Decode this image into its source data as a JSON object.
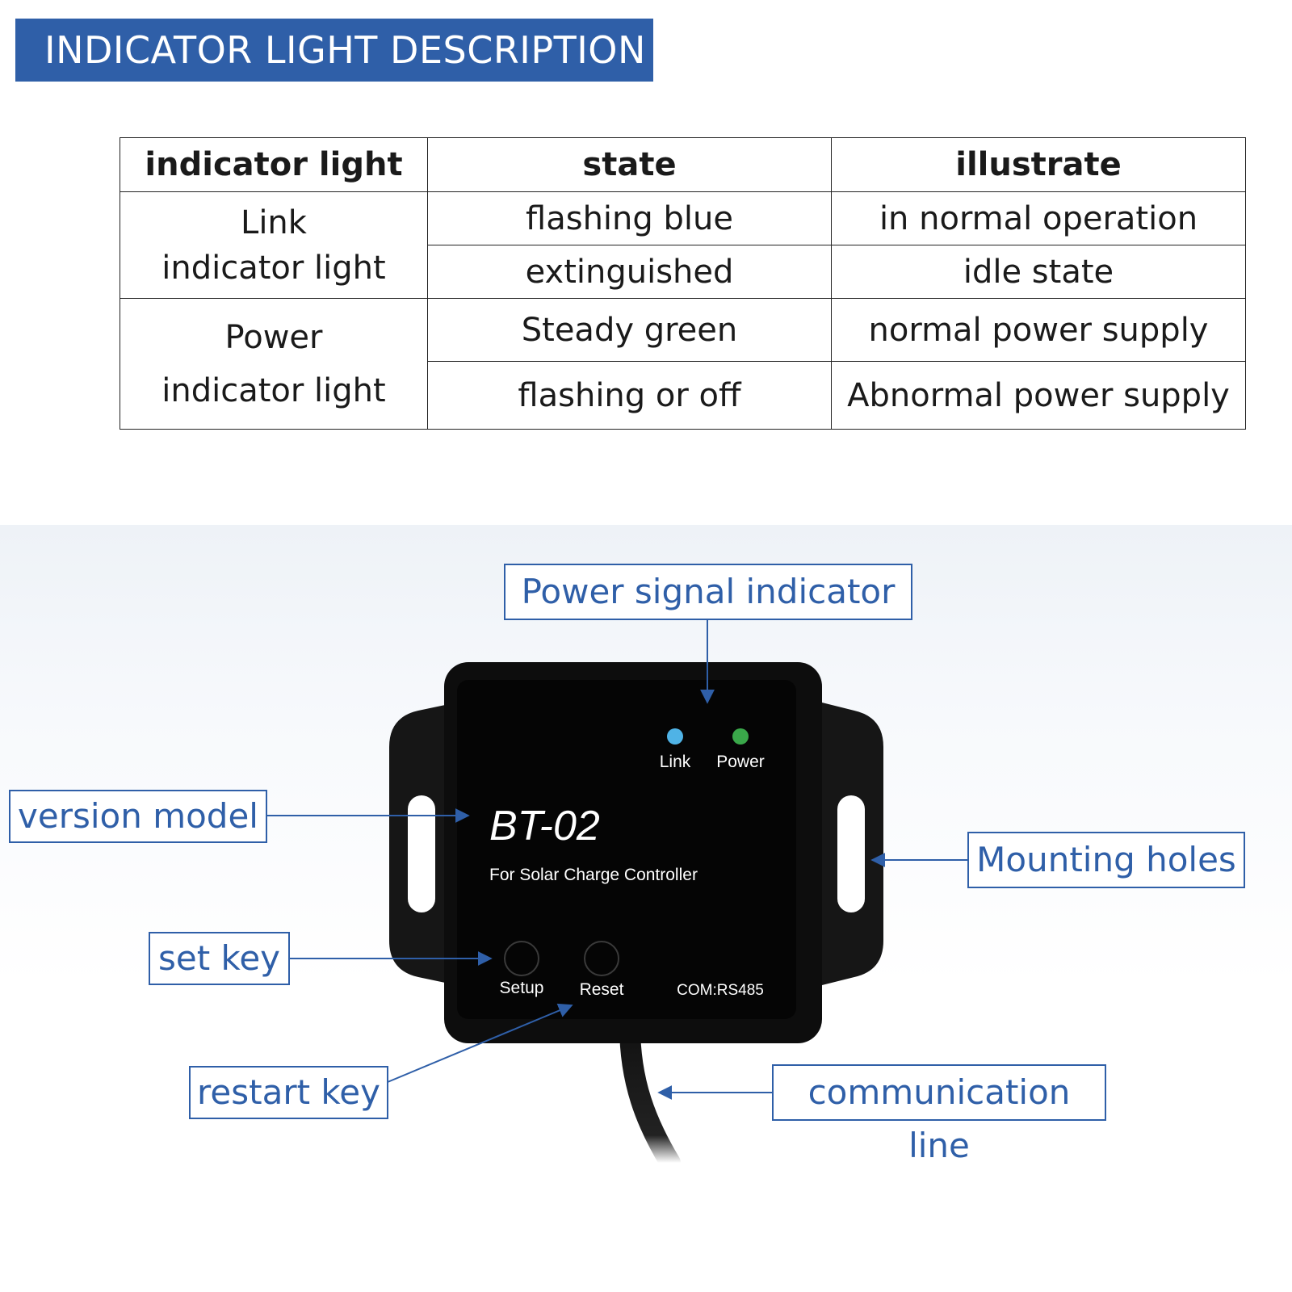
{
  "header": {
    "title": "INDICATOR LIGHT DESCRIPTION"
  },
  "table": {
    "columns": [
      "indicator light",
      "state",
      "illustrate"
    ],
    "groups": [
      {
        "light_line1": "Link",
        "light_line2": "indicator light",
        "rows": [
          {
            "state": "flashing blue",
            "illustrate": "in normal operation"
          },
          {
            "state": "extinguished",
            "illustrate": "idle state"
          }
        ]
      },
      {
        "light_line1": "Power",
        "light_line2": "indicator light",
        "rows": [
          {
            "state": "Steady green",
            "illustrate": "normal power supply"
          },
          {
            "state": "flashing or off",
            "illustrate": "Abnormal power supply"
          }
        ]
      }
    ]
  },
  "callouts": {
    "power_signal": "Power signal indicator",
    "version_model": "version model",
    "mounting_holes": "Mounting holes",
    "set_key": "set key",
    "restart_key": "restart key",
    "communication_line": "communication line"
  },
  "device": {
    "model": "BT-02",
    "subtitle": "For Solar Charge Controller",
    "link_label": "Link",
    "power_label": "Power",
    "setup_label": "Setup",
    "reset_label": "Reset",
    "com_label": "COM:RS485"
  },
  "colors": {
    "accent": "#2f5fa8",
    "link_led": "#4fb3e6",
    "power_led": "#3aa84a",
    "device_body": "#0d0d0d"
  }
}
